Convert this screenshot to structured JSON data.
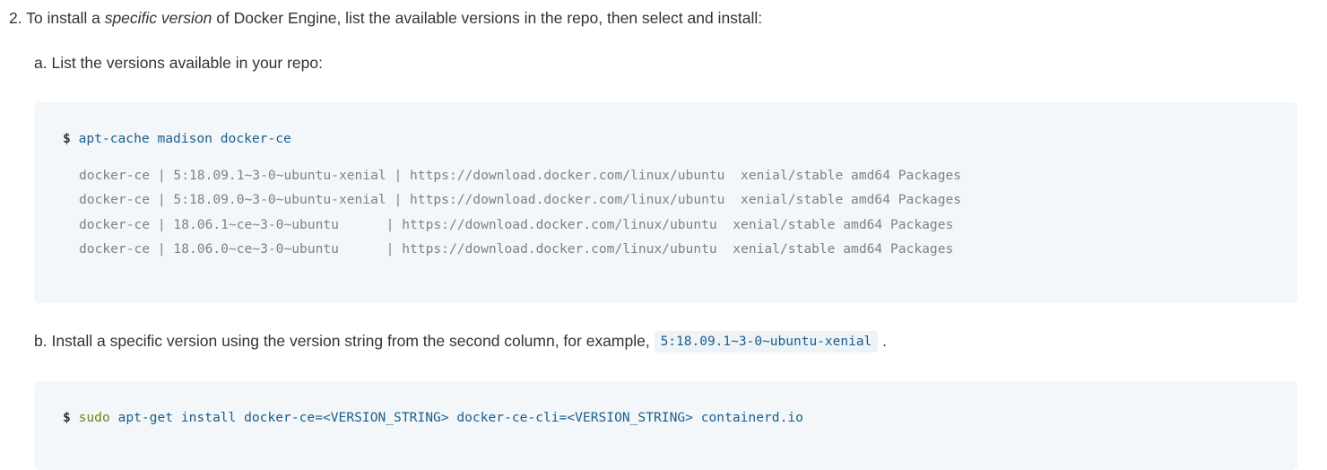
{
  "step": {
    "number": "2.",
    "text_before_em": " To install a ",
    "em": "specific version",
    "text_after_em": " of Docker Engine, list the available versions in the repo, then select and install:"
  },
  "substep_a": {
    "label": "a. List the versions available in your repo:"
  },
  "substep_b": {
    "text_before_code": "b. Install a specific version using the version string from the second column, for example, ",
    "inline_code": "5:18.09.1~3-0~ubuntu-xenial",
    "text_after_code": " ."
  },
  "code_block_1": {
    "prompt": "$",
    "command": "apt-cache madison docker-ce",
    "output_lines": [
      "docker-ce | 5:18.09.1~3-0~ubuntu-xenial | https://download.docker.com/linux/ubuntu  xenial/stable amd64 Packages",
      "docker-ce | 5:18.09.0~3-0~ubuntu-xenial | https://download.docker.com/linux/ubuntu  xenial/stable amd64 Packages",
      "docker-ce | 18.06.1~ce~3-0~ubuntu      | https://download.docker.com/linux/ubuntu  xenial/stable amd64 Packages",
      "docker-ce | 18.06.0~ce~3-0~ubuntu      | https://download.docker.com/linux/ubuntu  xenial/stable amd64 Packages"
    ]
  },
  "code_block_2": {
    "prompt": "$",
    "keyword": "sudo",
    "command": " apt-get install docker-ce=<VERSION_STRING> docker-ce-cli=<VERSION_STRING> containerd.io"
  },
  "colors": {
    "code_background": "#f3f7fa",
    "command_text": "#1a5e8a",
    "keyword_text": "#648a12",
    "output_text": "#7a828a",
    "body_text": "#2f3437",
    "inline_code_background": "#eef3f7"
  }
}
